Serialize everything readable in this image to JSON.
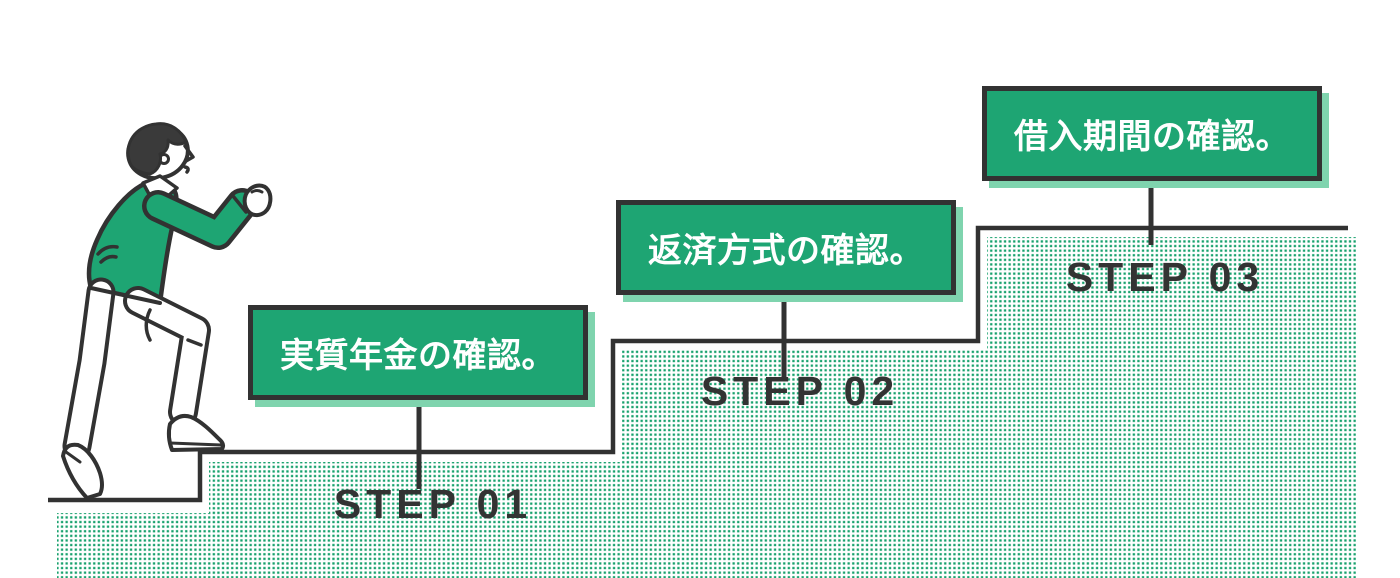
{
  "diagram": {
    "type": "step-diagram",
    "illustration": "person-climbing-stairs",
    "steps": [
      {
        "id": "01",
        "label": "STEP 01",
        "box_text": "実質年金の確認。"
      },
      {
        "id": "02",
        "label": "STEP 02",
        "box_text": "返済方式の確認。"
      },
      {
        "id": "03",
        "label": "STEP 03",
        "box_text": "借入期間の確認。"
      }
    ]
  },
  "colors": {
    "accent": "#1ea573",
    "accent_shadow": "#7fd4ae",
    "outline": "#323232",
    "dot": "#18a16d",
    "text_on_accent": "#ffffff",
    "label_text": "#333333",
    "background": "#ffffff"
  }
}
